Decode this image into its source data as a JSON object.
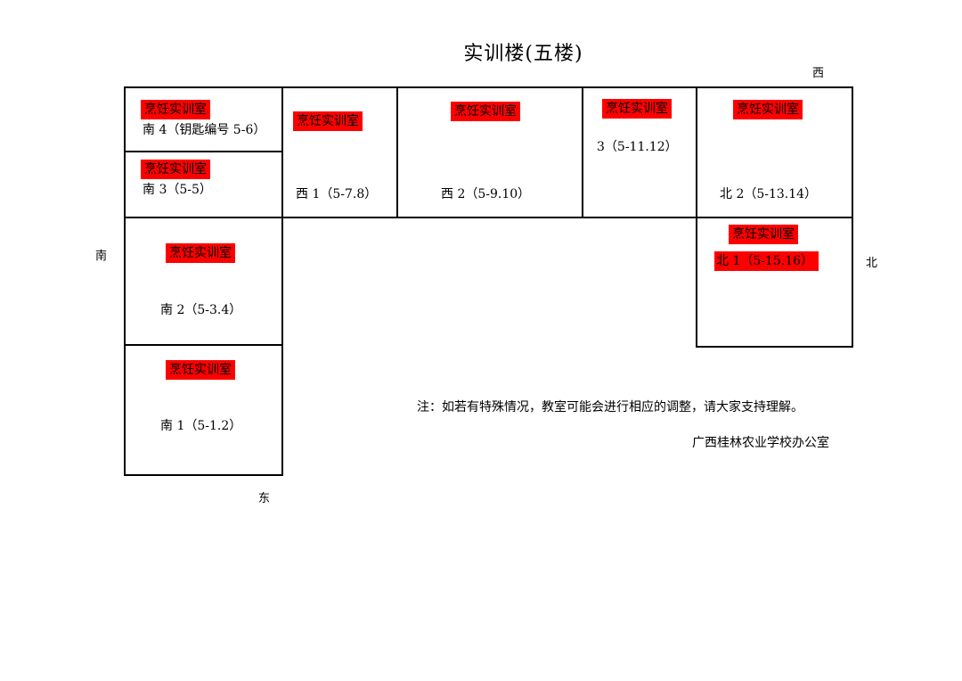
{
  "title": "实训楼(五楼)",
  "directions": {
    "west": "西",
    "south": "南",
    "north": "北",
    "east": "东"
  },
  "lab_tag": "烹饪实训室",
  "rooms": {
    "south4": "南 4（钥匙编号 5-6）",
    "south3": "南 3（5-5）",
    "south2": "南 2（5-3.4）",
    "south1": "南 1（5-1.2）",
    "west1": "西 1（5-7.8）",
    "west2": "西 2（5-9.10）",
    "room3": "3（5-11.12）",
    "north2": "北 2（5-13.14）",
    "north1": "北 1（5-15.16）"
  },
  "note": "注：如若有特殊情况，教室可能会进行相应的调整，请大家支持理解。",
  "office": "广西桂林农业学校办公室",
  "colors": {
    "highlight": "#ff0000",
    "border": "#000000"
  }
}
